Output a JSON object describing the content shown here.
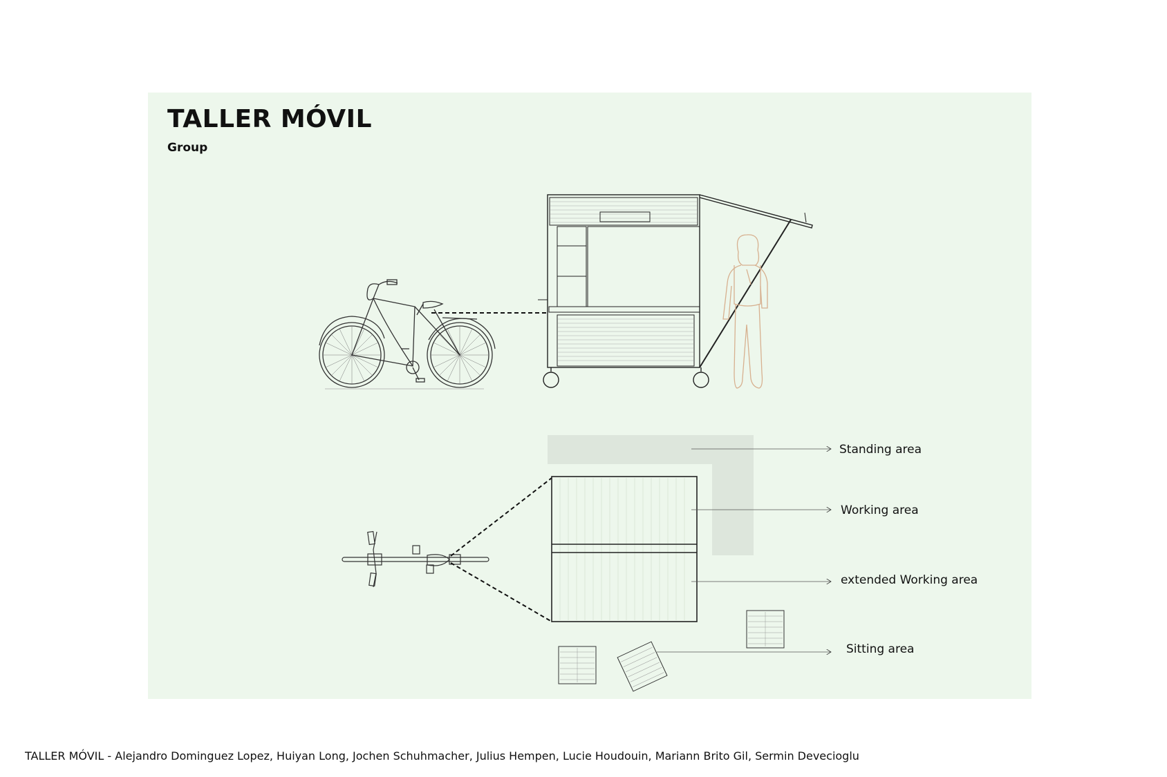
{
  "title": "TALLER MÓVIL",
  "subtitle": "Group",
  "labels": {
    "standing": "Standing area",
    "working": "Working area",
    "extended": "extended Working area",
    "sitting": "Sitting area"
  },
  "caption": "TALLER MÓVIL - Alejandro Dominguez Lopez, Huiyan Long, Jochen Schuhmacher, Julius Hempen, Lucie Houdouin, Mariann Brito Gil, Sermin Devecioglu",
  "colors": {
    "panel": "#edf7ec",
    "zone": "#dde6dc",
    "line": "#222222",
    "figure": "#d7b08f"
  },
  "icons": {
    "bicycle": "bicycle-icon",
    "person": "person-icon"
  }
}
